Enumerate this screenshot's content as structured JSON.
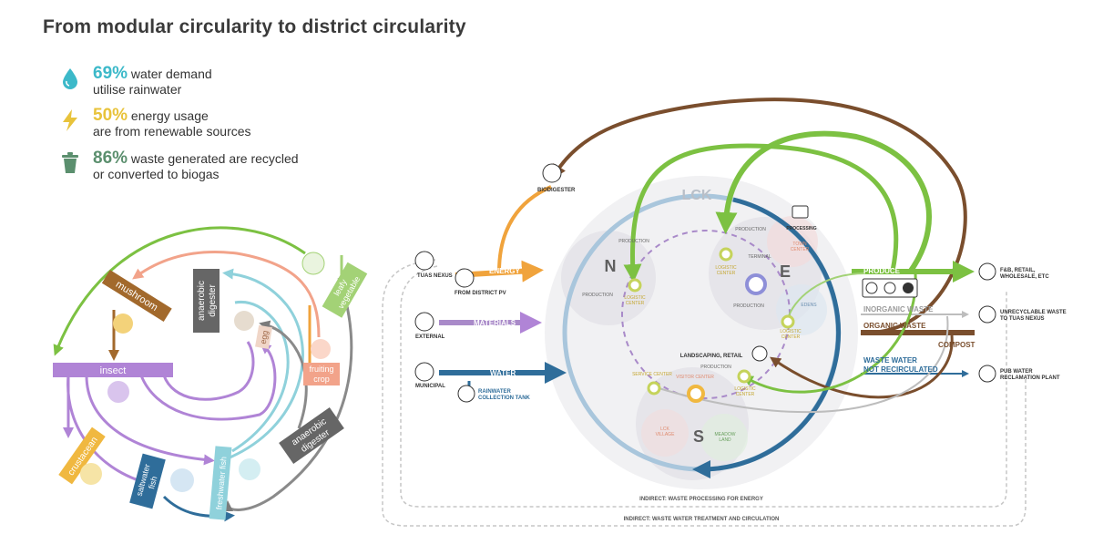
{
  "title": "From modular circularity to district circularity",
  "stats": [
    {
      "pct": "69%",
      "line1": " water demand",
      "line2": "utilise rainwater",
      "color": "#3cb9c9",
      "icon": "water-drop-icon"
    },
    {
      "pct": "50%",
      "line1": " energy usage",
      "line2": "are from renewable sources",
      "color": "#e8c33b",
      "icon": "lightning-icon"
    },
    {
      "pct": "86%",
      "line1": " waste generated are recycled",
      "line2": "or converted to biogas",
      "color": "#5b8f6e",
      "icon": "trash-bin-icon"
    }
  ],
  "modular": {
    "mushroom": "mushroom",
    "insect": "insect",
    "anaerobic_top": "anaerobic digester",
    "egg": "egg",
    "leafy": "leafy vegetable",
    "fruiting": "fruiting crop",
    "anaerobic_bottom": "anaerobic digester",
    "crustacean": "crustacean",
    "saltwater": "saltwater fish",
    "freshwater": "freshwater fish"
  },
  "district": {
    "lck": "LCK",
    "n": "N",
    "e": "E",
    "s": "S",
    "biodigester": "BIODIGESTER",
    "tuas_nexus": "TUAS NEXUS",
    "from_pv": "FROM DISTRICT PV",
    "external": "EXTERNAL",
    "municipal": "MUNICIPAL",
    "rainwater_tank_1": "RAINWATER",
    "rainwater_tank_2": "COLLECTION TANK",
    "energy": "ENERGY",
    "materials": "MATERIALS",
    "water": "WATER",
    "produce": "PRODUCE",
    "inorganic": "INORGANIC WASTE",
    "organic": "ORGANIC WASTE",
    "compost": "COMPOST",
    "wastewater_1": "WASTE WATER",
    "wastewater_2": "NOT RECIRCULATED",
    "fb_1": "F&B, RETAIL,",
    "fb_2": "WHOLESALE, ETC",
    "unrecyclable_1": "UNRECYCLABLE WASTE",
    "unrecyclable_2": "TO TUAS NEXUS",
    "pub_1": "PUB WATER",
    "pub_2": "RECLAMATION PLANT",
    "processing": "PROCESSING",
    "production_n1": "PRODUCTION",
    "production_n2": "PRODUCTION",
    "production_e1": "PRODUCTION",
    "production_e2": "PRODUCTION",
    "production_s": "PRODUCTION",
    "logistic_n": "LOGISTIC",
    "logistic_n2": "CENTER",
    "logistic_e1": "LOGISTIC",
    "logistic_e1b": "CENTER",
    "logistic_e2": "LOGISTIC",
    "logistic_e2b": "CENTER",
    "logistic_s": "LOGISTIC",
    "logistic_s2": "CENTER",
    "terminal": "TERMINAL",
    "town_center_1": "TOWN",
    "town_center_2": "CENTER",
    "edens": "EDENS",
    "landscaping": "LANDSCAPING, RETAIL",
    "service_center": "SERVICE CENTER",
    "visitor_center": "VISITOR CENTER",
    "lck_village_1": "LCK",
    "lck_village_2": "VILLAGE",
    "meadow_1": "MEADOW",
    "meadow_2": "LAND",
    "indirect_energy": "INDIRECT: WASTE PROCESSING FOR ENERGY",
    "indirect_water": "INDIRECT: WASTE WATER TREATMENT AND CIRCULATION"
  },
  "colors": {
    "energy": "#f0a33c",
    "materials": "#a98ac9",
    "water": "#2f6d9a",
    "produce": "#7cc142",
    "organic": "#7a4e2d",
    "inorganic": "#bdbdbd",
    "insect": "#b084d6",
    "mushroom": "#a2692c"
  }
}
